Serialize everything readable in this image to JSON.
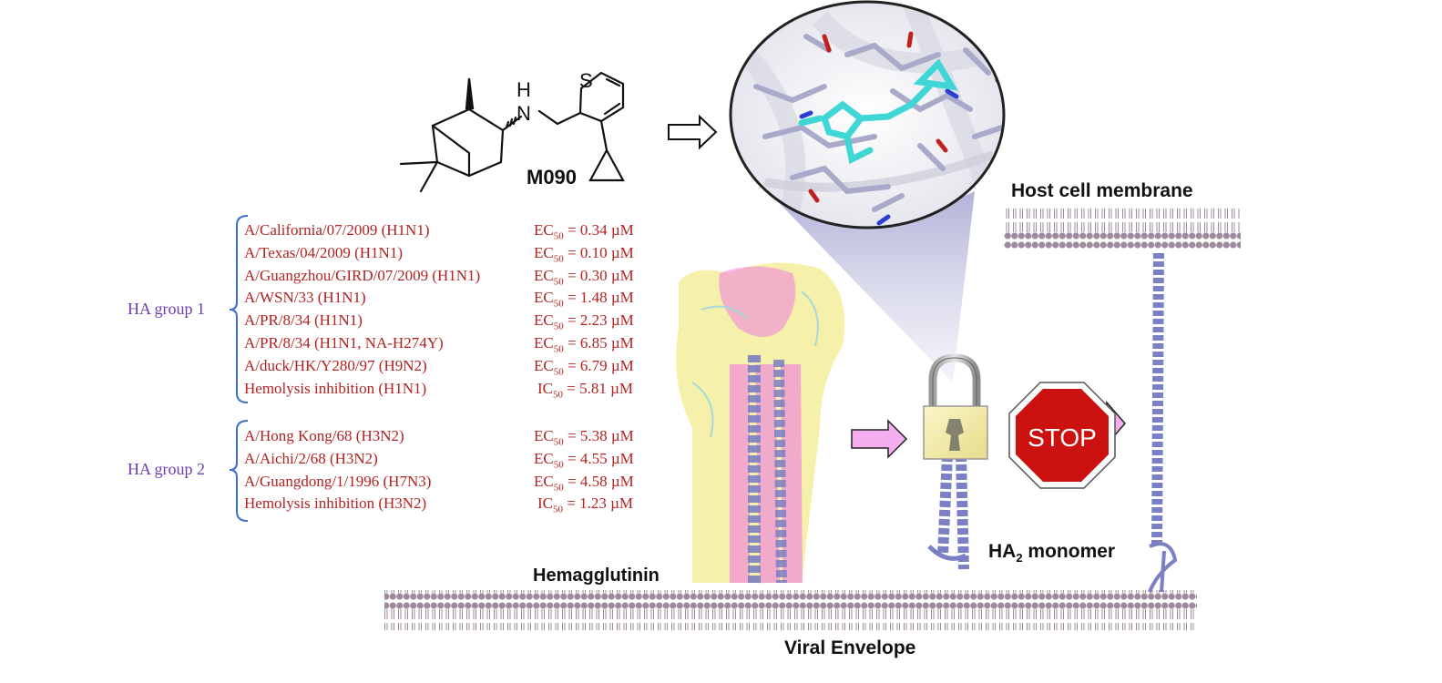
{
  "compound": {
    "name": "M090",
    "atoms": {
      "nitrogen": "N",
      "hydrogen": "H",
      "sulfur": "S"
    }
  },
  "labels": {
    "host_membrane": "Host cell membrane",
    "hemagglutinin": "Hemagglutinin",
    "viral_envelope": "Viral Envelope",
    "ha2_prefix": "HA",
    "ha2_sub": "2",
    "ha2_suffix": " monomer",
    "stop": "STOP"
  },
  "groups": [
    {
      "label": "HA group 1",
      "rows": [
        {
          "strain": "A/California/07/2009 (H1N1)",
          "metric": "EC",
          "sub": "50",
          "value": " = 0.34 µM"
        },
        {
          "strain": "A/Texas/04/2009 (H1N1)",
          "metric": "EC",
          "sub": "50",
          "value": " = 0.10 µM"
        },
        {
          "strain": "A/Guangzhou/GIRD/07/2009 (H1N1)",
          "metric": "EC",
          "sub": "50",
          "value": " = 0.30 µM"
        },
        {
          "strain": "A/WSN/33 (H1N1)",
          "metric": "EC",
          "sub": "50",
          "value": " = 1.48 µM"
        },
        {
          "strain": "A/PR/8/34 (H1N1)",
          "metric": "EC",
          "sub": "50",
          "value": " = 2.23 µM"
        },
        {
          "strain": "A/PR/8/34 (H1N1, NA-H274Y)",
          "metric": "EC",
          "sub": "50",
          "value": " = 6.85 µM"
        },
        {
          "strain": "A/duck/HK/Y280/97 (H9N2)",
          "metric": "EC",
          "sub": "50",
          "value": " = 6.79 µM"
        },
        {
          "strain": "Hemolysis inhibition (H1N1)",
          "metric": "IC",
          "sub": "50",
          "value": " =  5.81 µM"
        }
      ]
    },
    {
      "label": "HA group 2",
      "rows": [
        {
          "strain": "A/Hong Kong/68 (H3N2)",
          "metric": "EC",
          "sub": "50",
          "value": " = 5.38 µM"
        },
        {
          "strain": "A/Aichi/2/68 (H3N2)",
          "metric": "EC",
          "sub": "50",
          "value": " = 4.55 µM"
        },
        {
          "strain": "A/Guangdong/1/1996 (H7N3)",
          "metric": "EC",
          "sub": "50",
          "value": " = 4.58 µM"
        },
        {
          "strain": "Hemolysis inhibition (H3N2)",
          "metric": "IC",
          "sub": "50",
          "value": " =  1.23 µM"
        }
      ]
    }
  ],
  "colors": {
    "strain_text": "#b22222",
    "group_label": "#6b3fb0",
    "bracket": "#3d6fd1",
    "membrane": "#9d8a9c",
    "ha2_helix": "#7b7fc4",
    "ha_yellow": "#f3ec8e",
    "ha_magenta": "#f07ce0",
    "stop_red": "#cc1111",
    "pink_arrow": "#f4aef0",
    "ligand_cyan": "#3fd6d6"
  },
  "icons": [
    "open-arrow-icon",
    "lock-icon",
    "stop-sign-icon",
    "pink-arrow-icon"
  ]
}
